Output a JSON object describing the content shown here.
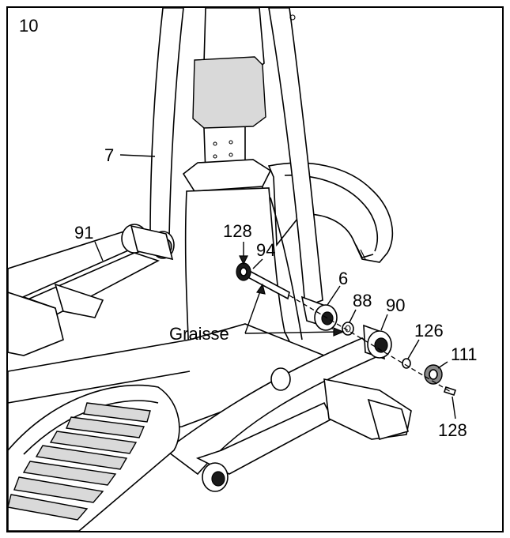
{
  "step_number": "10",
  "labels": {
    "p7": "7",
    "p91": "91",
    "p128_top": "128",
    "p94": "94",
    "p6": "6",
    "p88": "88",
    "p90": "90",
    "p126": "126",
    "p111": "111",
    "p128_bottom": "128",
    "grease": "Graisse"
  }
}
